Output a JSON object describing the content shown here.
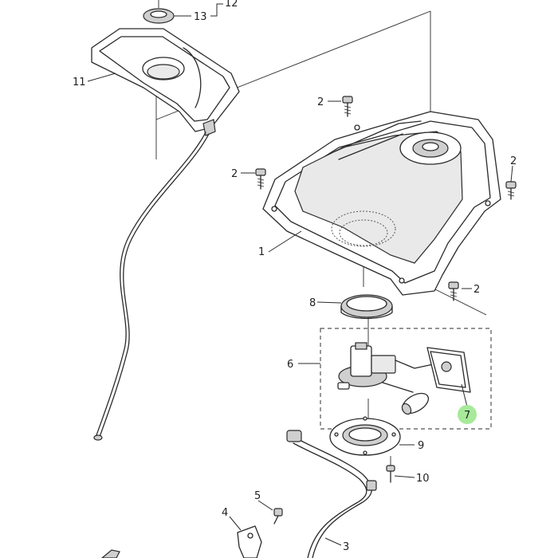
{
  "parts": [
    {
      "id": "label-1",
      "text": "1"
    },
    {
      "id": "label-2a",
      "text": "2"
    },
    {
      "id": "label-2b",
      "text": "2"
    },
    {
      "id": "label-2c",
      "text": "2"
    },
    {
      "id": "label-2d",
      "text": "2"
    },
    {
      "id": "label-3",
      "text": "3"
    },
    {
      "id": "label-4",
      "text": "4"
    },
    {
      "id": "label-5",
      "text": "5"
    },
    {
      "id": "label-6",
      "text": "6"
    },
    {
      "id": "label-7",
      "text": "7"
    },
    {
      "id": "label-8",
      "text": "8"
    },
    {
      "id": "label-9",
      "text": "9"
    },
    {
      "id": "label-10",
      "text": "10"
    },
    {
      "id": "label-11",
      "text": "11"
    },
    {
      "id": "label-12",
      "text": "12"
    },
    {
      "id": "label-13",
      "text": "13"
    }
  ],
  "colors": {
    "highlight": "#a6ea9a",
    "line": "#2a2a2a"
  }
}
